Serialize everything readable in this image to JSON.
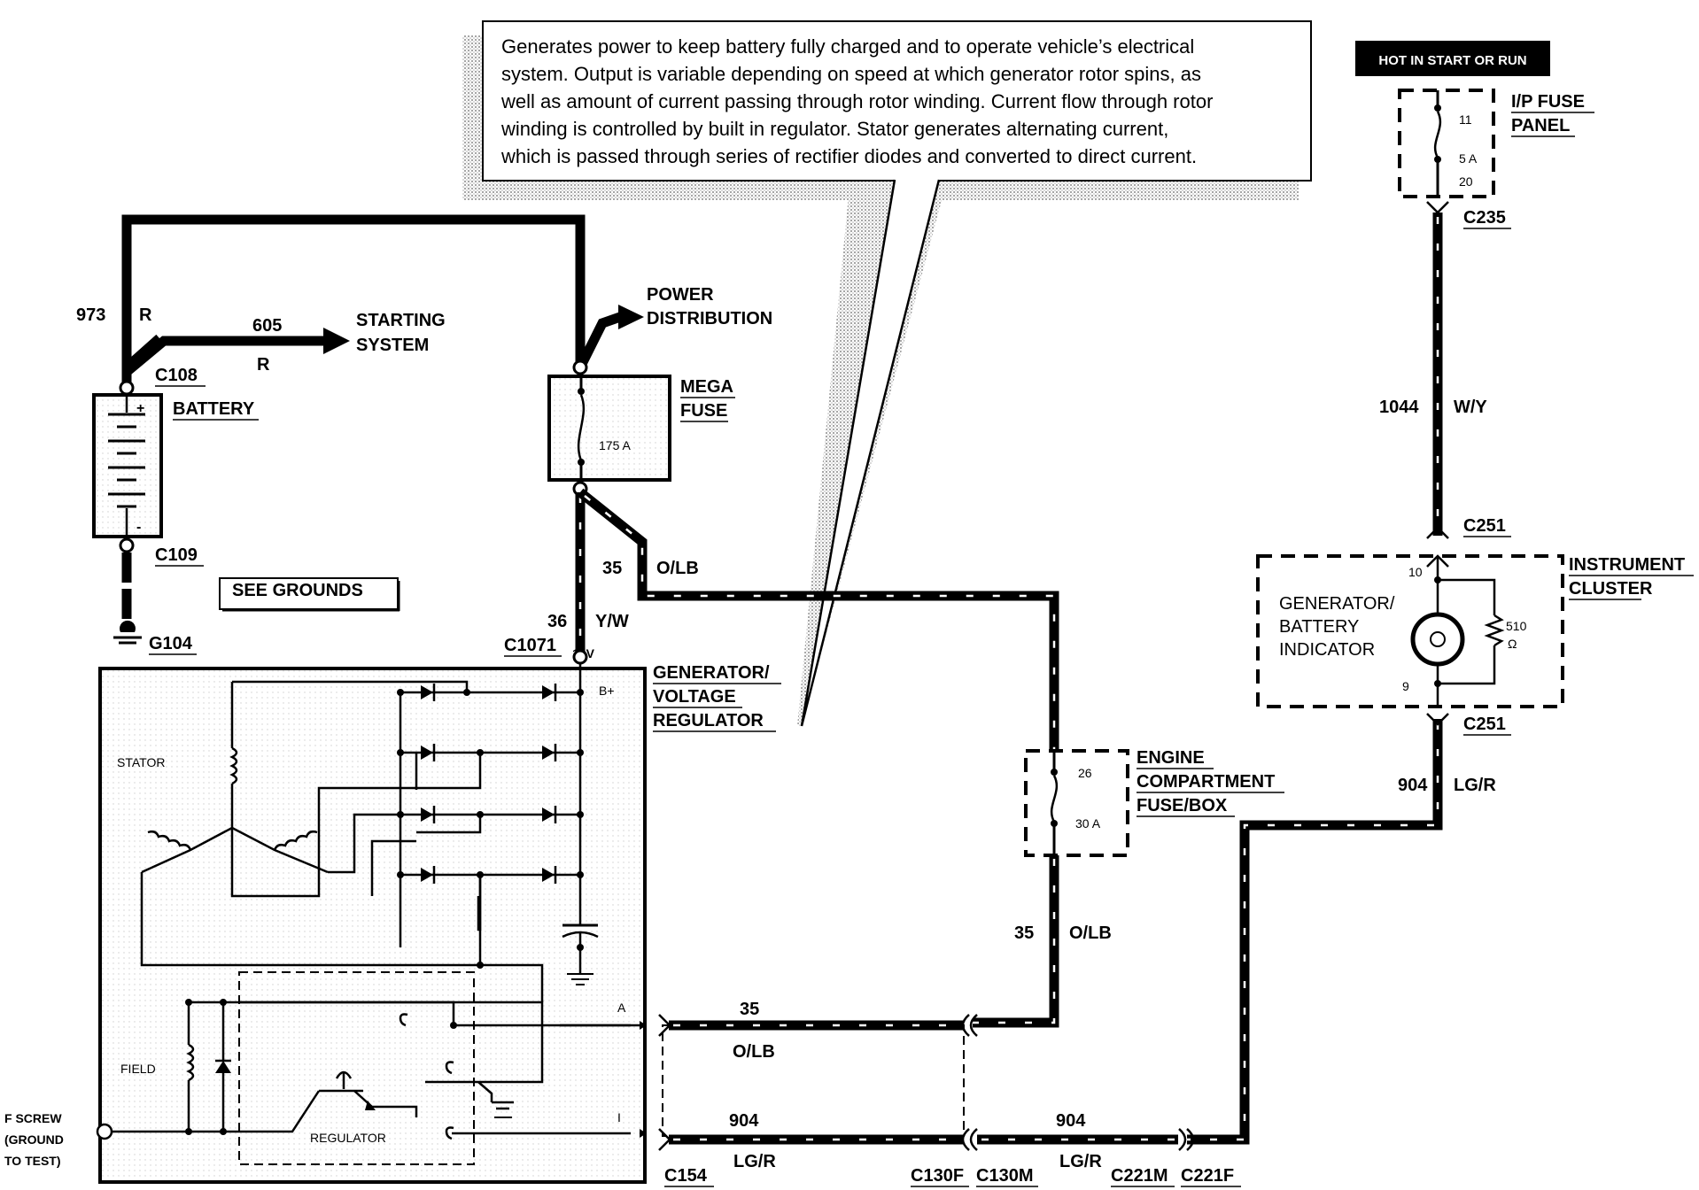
{
  "callout": {
    "lines": [
      "Generates power to keep battery fully charged and to operate vehicle’s electrical",
      "system. Output is variable depending on speed at which generator rotor spins, as",
      "well as amount of current passing through rotor winding. Current flow through rotor",
      "winding is controlled by built in regulator. Stator generates alternating current,",
      "which is passed through series of rectifier diodes and converted to direct current."
    ]
  },
  "hot_banner": "HOT IN START OR RUN",
  "components": {
    "ip_fuse_panel": {
      "name_line1": "I/P FUSE",
      "name_line2": "PANEL",
      "pin_top": "11",
      "rating": "5 A",
      "pin_bottom": "20"
    },
    "battery": {
      "name": "BATTERY",
      "plus": "+",
      "minus": "-"
    },
    "see_grounds": "SEE GROUNDS",
    "mega_fuse": {
      "name_line1": "MEGA",
      "name_line2": "FUSE",
      "rating": "175 A"
    },
    "generator": {
      "name_line1": "GENERATOR/",
      "name_line2": "VOLTAGE",
      "name_line3": "REGULATOR",
      "b_plus": "B+",
      "stator": "STATOR",
      "field": "FIELD",
      "regulator": "REGULATOR",
      "term_a": "A",
      "term_i": "I",
      "volt": "12V"
    },
    "engine_fuse_box": {
      "name_line1": "ENGINE",
      "name_line2": "COMPARTMENT",
      "name_line3": "FUSE/BOX",
      "pin_top": "26",
      "rating": "30 A"
    },
    "instrument_cluster": {
      "name_line1": "INSTRUMENT",
      "name_line2": "CLUSTER",
      "indicator_line1": "GENERATOR/",
      "indicator_line2": "BATTERY",
      "indicator_line3": "INDICATOR",
      "pin_top": "10",
      "pin_bottom": "9",
      "resistor": "510",
      "ohm": "Ω"
    },
    "f_screw": {
      "line1": "F SCREW",
      "line2": "(GROUND",
      "line3": "TO TEST)"
    }
  },
  "destinations": {
    "starting_line1": "STARTING",
    "starting_line2": "SYSTEM",
    "power_line1": "POWER",
    "power_line2": "DISTRIBUTION"
  },
  "connectors": {
    "c108": "C108",
    "c109": "C109",
    "g104": "G104",
    "c1071": "C1071",
    "c235": "C235",
    "c251_top": "C251",
    "c251_bottom": "C251",
    "c154": "C154",
    "c130f": "C130F",
    "c130m": "C130M",
    "c221m": "C221M",
    "c221f": "C221F"
  },
  "circuits": {
    "c973": {
      "number": "973",
      "color": "R"
    },
    "c605": {
      "number": "605",
      "color": "R"
    },
    "c35_top": {
      "number": "35",
      "color": "O/LB"
    },
    "c36": {
      "number": "36",
      "color": "Y/W"
    },
    "c1044": {
      "number": "1044",
      "color": "W/Y"
    },
    "c904_right": {
      "number": "904",
      "color": "LG/R"
    },
    "c35_mid": {
      "number": "35",
      "color": "O/LB"
    },
    "c35_bottom": {
      "number": "35",
      "color": "O/LB"
    },
    "c904_bottom": {
      "number": "904",
      "color": "LG/R"
    },
    "c904_mid": {
      "number": "904",
      "color": "LG/R"
    }
  }
}
